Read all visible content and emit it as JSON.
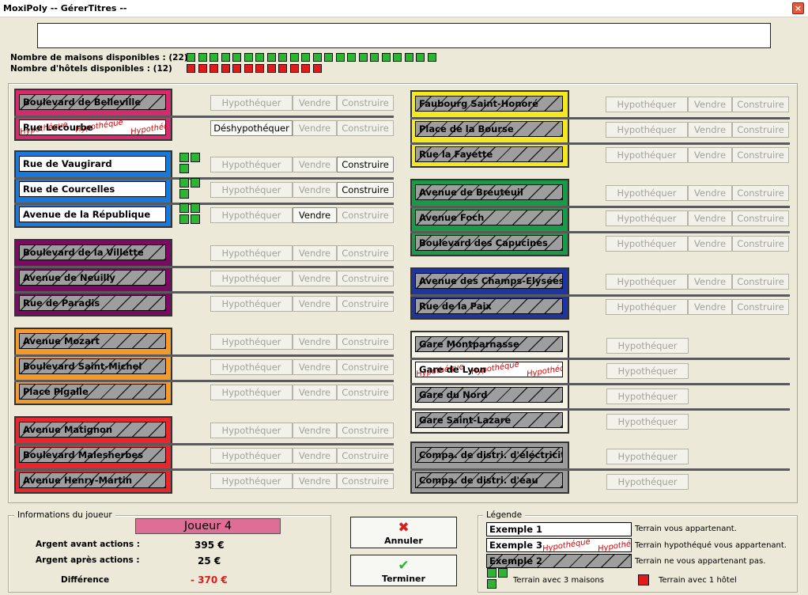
{
  "window": {
    "title": "MoxiPoly -- GérerTitres --",
    "close": "×"
  },
  "stock": {
    "houses_label": "Nombre de maisons disponibles : (22)",
    "hotels_label": "Nombre d'hôtels disponibles : (12)",
    "houses": 22,
    "hotels": 12,
    "house_color": "#2bb532",
    "hotel_color": "#e01b1b"
  },
  "labels": {
    "mortgage": "Hypothéquer",
    "unmortgage": "Déshypothéquer",
    "sell": "Vendre",
    "build": "Construire",
    "stamp": "Hypothéque"
  },
  "left_groups": [
    {
      "color": "#d42a6e",
      "props": [
        {
          "name": "Boulevard de Belleville",
          "state": "other",
          "houses": 0,
          "mortgage": false,
          "sell": false,
          "build": false
        },
        {
          "name": "Rue Lecourbe",
          "state": "mortgaged",
          "houses": 0,
          "unmortgage": true,
          "sell": false,
          "build": false
        }
      ]
    },
    {
      "color": "#1a78d8",
      "props": [
        {
          "name": "Rue de Vaugirard",
          "state": "owned",
          "houses": 3,
          "mortgage": false,
          "sell": false,
          "build": true
        },
        {
          "name": "Rue de Courcelles",
          "state": "owned",
          "houses": 3,
          "mortgage": false,
          "sell": false,
          "build": true
        },
        {
          "name": "Avenue de la République",
          "state": "owned",
          "houses": 4,
          "mortgage": false,
          "sell": true,
          "build": false
        }
      ]
    },
    {
      "color": "#7a0a62",
      "props": [
        {
          "name": "Boulevard de la Villette",
          "state": "other",
          "houses": 0
        },
        {
          "name": "Avenue de Neuilly",
          "state": "other",
          "houses": 0
        },
        {
          "name": "Rue de Paradis",
          "state": "other",
          "houses": 0
        }
      ]
    },
    {
      "color": "#f29a2e",
      "props": [
        {
          "name": "Avenue Mozart",
          "state": "other",
          "houses": 0
        },
        {
          "name": "Boulevard Saint-Michel",
          "state": "other",
          "houses": 0
        },
        {
          "name": "Place Pigalle",
          "state": "other",
          "houses": 0
        }
      ]
    },
    {
      "color": "#e8262f",
      "props": [
        {
          "name": "Avenue Matignon",
          "state": "other",
          "houses": 0
        },
        {
          "name": "Boulevard Malesherbes",
          "state": "other",
          "houses": 0
        },
        {
          "name": "Avenue Henry-Martin",
          "state": "other",
          "houses": 0
        }
      ]
    }
  ],
  "right_groups": [
    {
      "color": "#f5e81e",
      "props": [
        {
          "name": "Faubourg Saint-Honoré",
          "state": "other"
        },
        {
          "name": "Place de la Bourse",
          "state": "other"
        },
        {
          "name": "Rue la Fayette",
          "state": "other"
        }
      ]
    },
    {
      "color": "#1a9a48",
      "props": [
        {
          "name": "Avenue de Breuteuil",
          "state": "other"
        },
        {
          "name": "Avenue Foch",
          "state": "other"
        },
        {
          "name": "Boulevard des Capucines",
          "state": "other"
        }
      ]
    },
    {
      "color": "#1c35a0",
      "props": [
        {
          "name": "Avenue des Champs-Elysées",
          "state": "other"
        },
        {
          "name": "Rue de la Paix",
          "state": "other"
        }
      ]
    },
    {
      "color": "#f5f2e6",
      "props": [
        {
          "name": "Gare Montparnasse",
          "state": "other"
        },
        {
          "name": "Gare de Lyon",
          "state": "mortgaged"
        },
        {
          "name": "Gare du Nord",
          "state": "other"
        },
        {
          "name": "Gare Saint-Lazare",
          "state": "other"
        }
      ]
    },
    {
      "color": "#9c9c9c",
      "props": [
        {
          "name": "Compa. de distri. d'éléctricité",
          "state": "other"
        },
        {
          "name": "Compa. de distri. d'eau",
          "state": "other"
        }
      ]
    }
  ],
  "player": {
    "group_title": "Informations du joueur",
    "name": "Joueur 4",
    "name_color": "#de6e95",
    "before_label": "Argent avant actions :",
    "before": "395 €",
    "after_label": "Argent après actions :",
    "after": "25 €",
    "diff_label": "Différence",
    "diff": "- 370 €",
    "diff_color": "#e01b1b"
  },
  "actions": {
    "cancel": "Annuler",
    "finish": "Terminer"
  },
  "legend": {
    "title": "Légende",
    "ex1": "Exemple 1",
    "ex1_desc": "Terrain vous appartenant.",
    "ex3": "Exemple 3",
    "ex3_desc": "Terrain hypothéqué vous appartenant.",
    "ex2": "Exemple 2",
    "ex2_desc": "Terrain ne vous appartenant pas.",
    "houses_desc": "Terrain avec 3 maisons",
    "hotel_desc": "Terrain avec 1 hôtel"
  }
}
